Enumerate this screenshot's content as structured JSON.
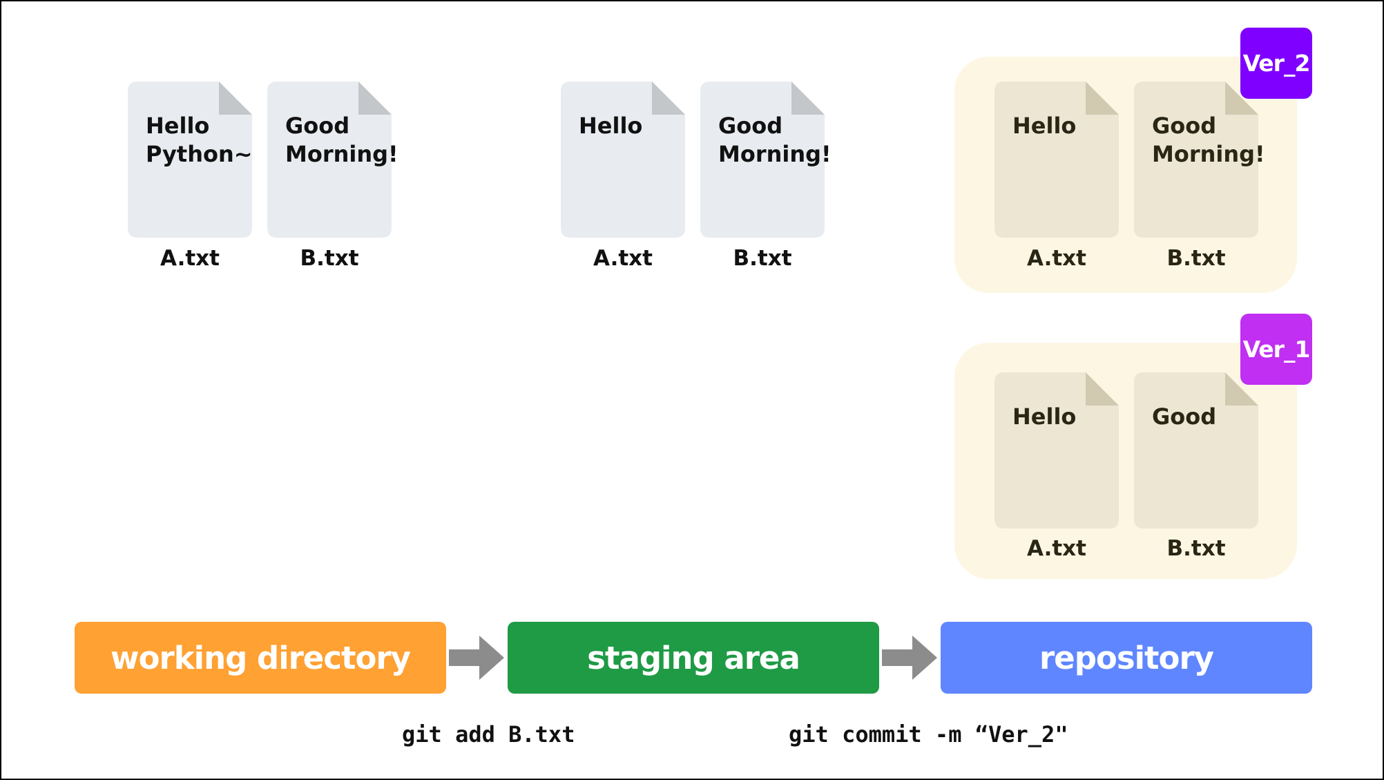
{
  "colors": {
    "file_paper": "#e8ecf0",
    "file_fold": "#c4c7ca",
    "repo_paper": "#ede6d3",
    "repo_fold": "#d1c9b0",
    "commit_box": "#fdf6e3",
    "ver2_badge": "#7f00ff",
    "ver1_badge": "#c02ff2",
    "working_directory": "#ffa133",
    "staging_area": "#1f9a45",
    "repository": "#5f86ff",
    "arrow": "#8c8c8c"
  },
  "working_directory": {
    "files": [
      {
        "name": "A.txt",
        "content": "Hello\nPython~"
      },
      {
        "name": "B.txt",
        "content": "Good\nMorning!"
      }
    ]
  },
  "staging_area": {
    "files": [
      {
        "name": "A.txt",
        "content": "Hello"
      },
      {
        "name": "B.txt",
        "content": "Good\nMorning!"
      }
    ]
  },
  "repository": {
    "commits": [
      {
        "tag": "Ver_2",
        "files": [
          {
            "name": "A.txt",
            "content": "Hello"
          },
          {
            "name": "B.txt",
            "content": "Good\nMorning!"
          }
        ]
      },
      {
        "tag": "Ver_1",
        "files": [
          {
            "name": "A.txt",
            "content": "Hello"
          },
          {
            "name": "B.txt",
            "content": "Good"
          }
        ]
      }
    ]
  },
  "stages": {
    "working_directory": "working directory",
    "staging_area": "staging area",
    "repository": "repository"
  },
  "commands": {
    "add": "git add B.txt",
    "commit": "git commit -m “Ver_2\""
  }
}
